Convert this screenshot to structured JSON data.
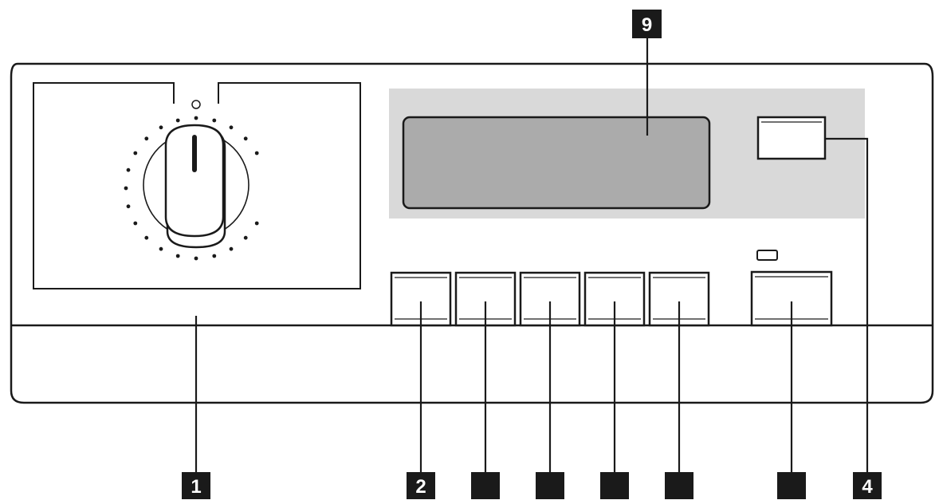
{
  "callouts": {
    "program_selector": "1",
    "button_a": "2",
    "button_b": "",
    "button_c": "",
    "button_d": "",
    "button_e": "",
    "start_button": "",
    "top_right_button": "4",
    "display": "9"
  },
  "colors": {
    "outline": "#1a1a1a",
    "display_panel": "#d9d9d9",
    "display_screen": "#ababab",
    "callout_box": "#1a1a1a",
    "callout_text": "#ffffff",
    "background": "#ffffff"
  },
  "dial": {
    "tick_count": 21
  }
}
